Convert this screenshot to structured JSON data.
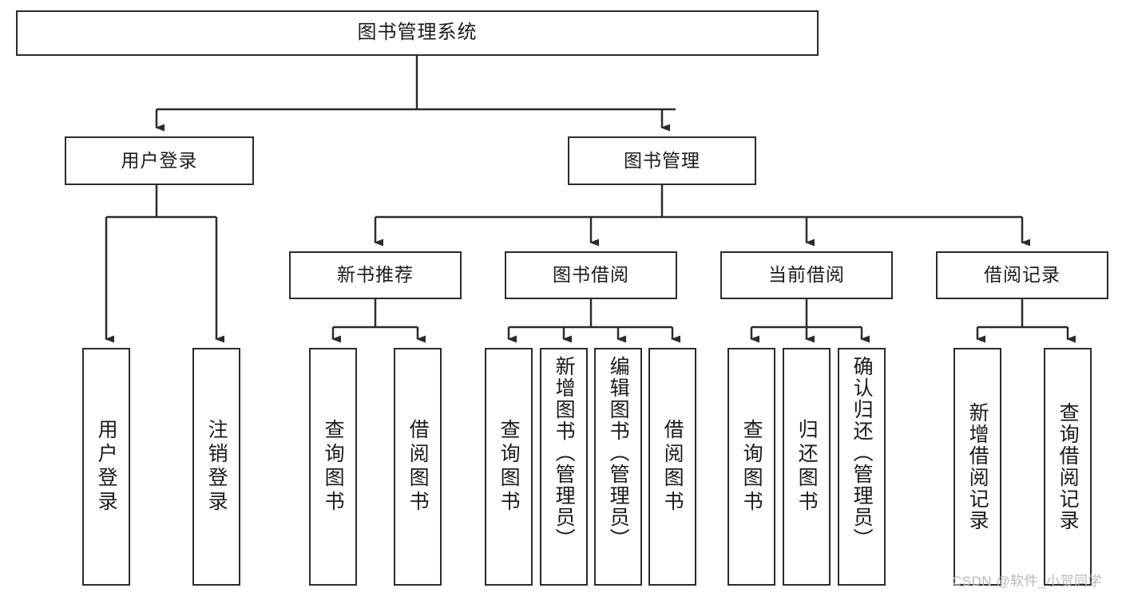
{
  "diagram": {
    "title": "图书管理系统",
    "type": "function-structure-tree",
    "watermark": "CSDN @软件_小贺同学",
    "colors": {
      "border": "#2b2b2b",
      "background": "#ffffff",
      "text": "#1a1a1a",
      "watermark": "#b9b9b9"
    },
    "levels": {
      "root": {
        "label": "图书管理系统"
      },
      "level2": [
        {
          "id": "user-login",
          "label": "用户登录"
        },
        {
          "id": "book-manage",
          "label": "图书管理"
        }
      ],
      "level3": [
        {
          "id": "new-book-recommend",
          "label": "新书推荐",
          "parent": "book-manage"
        },
        {
          "id": "book-borrow",
          "label": "图书借阅",
          "parent": "book-manage"
        },
        {
          "id": "current-borrow",
          "label": "当前借阅",
          "parent": "book-manage"
        },
        {
          "id": "borrow-record",
          "label": "借阅记录",
          "parent": "book-manage"
        }
      ],
      "leaves": [
        {
          "id": "leaf-user-login",
          "label": "用户登录",
          "parent": "user-login"
        },
        {
          "id": "leaf-logout",
          "label": "注销登录",
          "parent": "user-login"
        },
        {
          "id": "leaf-query-book-1",
          "label": "查询图书",
          "parent": "new-book-recommend"
        },
        {
          "id": "leaf-borrow-book-1",
          "label": "借阅图书",
          "parent": "new-book-recommend"
        },
        {
          "id": "leaf-query-book-2",
          "label": "查询图书",
          "parent": "book-borrow"
        },
        {
          "id": "leaf-add-book",
          "label": "新增图书（管理员）",
          "parent": "book-borrow"
        },
        {
          "id": "leaf-edit-book",
          "label": "编辑图书（管理员）",
          "parent": "book-borrow"
        },
        {
          "id": "leaf-borrow-book-2",
          "label": "借阅图书",
          "parent": "book-borrow"
        },
        {
          "id": "leaf-query-book-3",
          "label": "查询图书",
          "parent": "current-borrow"
        },
        {
          "id": "leaf-return-book",
          "label": "归还图书",
          "parent": "current-borrow"
        },
        {
          "id": "leaf-confirm-return",
          "label": "确认归还（管理员）",
          "parent": "current-borrow"
        },
        {
          "id": "leaf-add-record",
          "label": "新增借阅记录",
          "parent": "borrow-record"
        },
        {
          "id": "leaf-query-record",
          "label": "查询借阅记录",
          "parent": "borrow-record"
        }
      ]
    }
  }
}
